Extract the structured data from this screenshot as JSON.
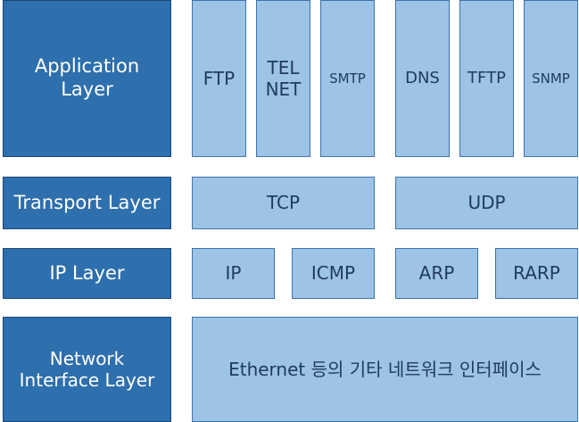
{
  "layers": {
    "application": "Application\nLayer",
    "transport": "Transport Layer",
    "ip": "IP Layer",
    "network_interface": "Network\nInterface Layer"
  },
  "protocols": {
    "application": [
      "FTP",
      "TEL\nNET",
      "SMTP",
      "DNS",
      "TFTP",
      "SNMP"
    ],
    "transport": [
      "TCP",
      "UDP"
    ],
    "ip": [
      "IP",
      "ICMP",
      "ARP",
      "RARP"
    ],
    "network_interface": "Ethernet 등의 기타 네트워크 인터페이스"
  },
  "colors": {
    "layer_fill": "#2e6fad",
    "layer_text": "#ffffff",
    "protocol_fill": "#9dc3e6",
    "protocol_text": "#1f3a5f"
  }
}
